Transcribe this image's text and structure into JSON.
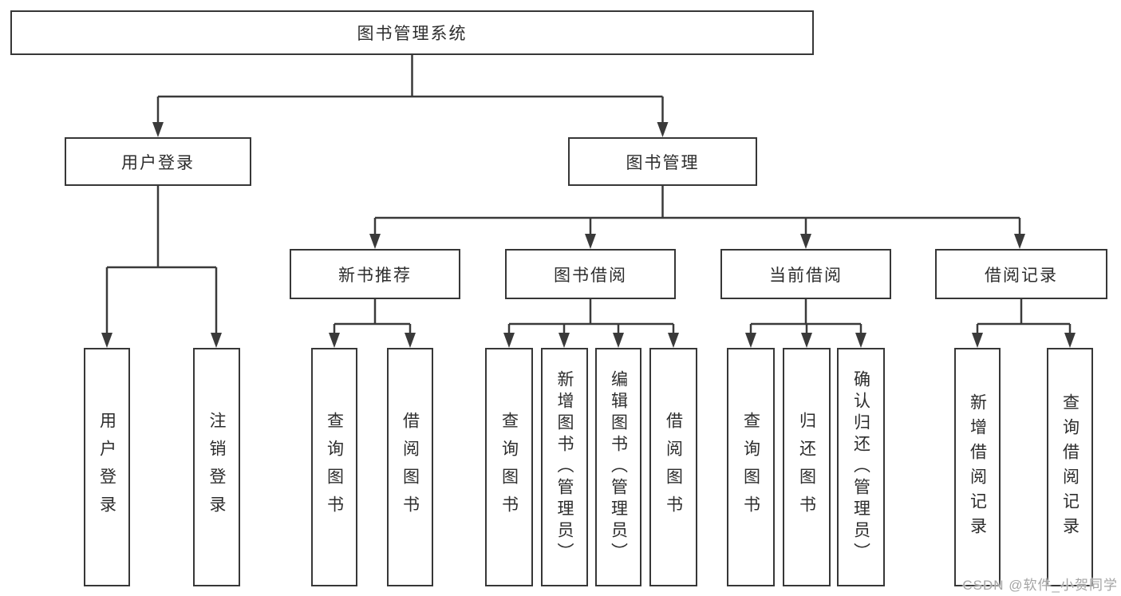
{
  "tree": {
    "root": "图书管理系统",
    "branches": [
      {
        "label": "用户登录",
        "children": [
          "用户登录",
          "注销登录"
        ]
      },
      {
        "label": "图书管理",
        "children": [
          {
            "label": "新书推荐",
            "children": [
              "查询图书",
              "借阅图书"
            ]
          },
          {
            "label": "图书借阅",
            "children": [
              "查询图书",
              "新增图书（管理员）",
              "编辑图书（管理员）",
              "借阅图书"
            ]
          },
          {
            "label": "当前借阅",
            "children": [
              "查询图书",
              "归还图书",
              "确认归还（管理员）"
            ]
          },
          {
            "label": "借阅记录",
            "children": [
              "新增借阅记录",
              "查询借阅记录"
            ]
          }
        ]
      }
    ]
  },
  "watermark": {
    "text": "CSDN @软件_小贺同学"
  },
  "colors": {
    "line": "#3a3a3a",
    "box_border": "#373737",
    "text": "#2d2d2d",
    "watermark": "#a5a5a5"
  }
}
